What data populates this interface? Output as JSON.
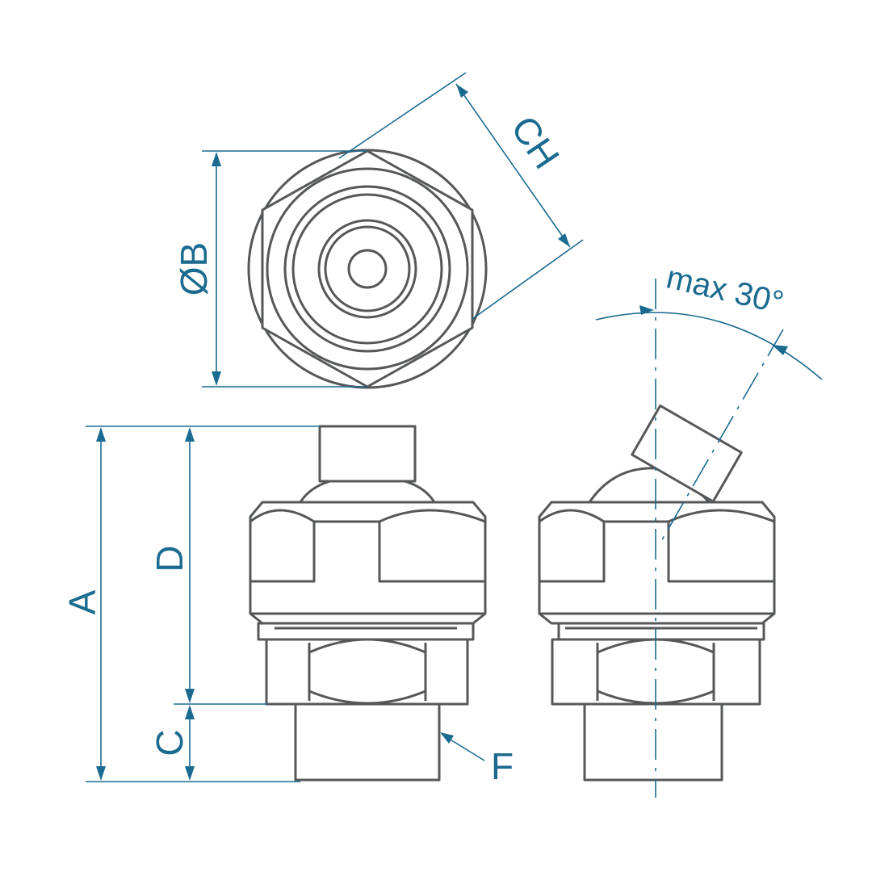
{
  "dimensions": {
    "a": "A",
    "b": "ØB",
    "c": "C",
    "d": "D",
    "ch": "CH",
    "f": "F",
    "angle": "max 30°"
  },
  "colors": {
    "dimension": "#1b6a8f",
    "outline": "#555759",
    "background": "#ffffff"
  }
}
